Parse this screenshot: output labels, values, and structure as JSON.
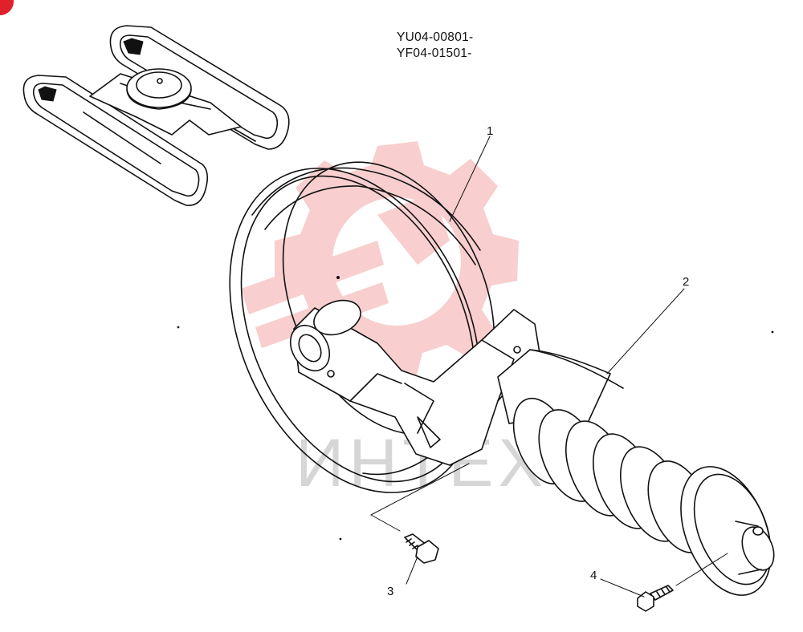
{
  "model_codes": [
    "YU04-00801-",
    "YF04-01501-"
  ],
  "callouts": [
    {
      "number": "1",
      "part": "idler-wheel"
    },
    {
      "number": "2",
      "part": "recoil-spring-cover"
    },
    {
      "number": "3",
      "part": "bolt"
    },
    {
      "number": "4",
      "part": "bolt"
    }
  ],
  "watermark": {
    "text": "ИНТЕХ",
    "logo_color": "#f08a8a",
    "text_color": "#c9c9c9"
  },
  "colors": {
    "line": "#111111",
    "background": "#ffffff",
    "corner_badge": "#e0202a"
  }
}
